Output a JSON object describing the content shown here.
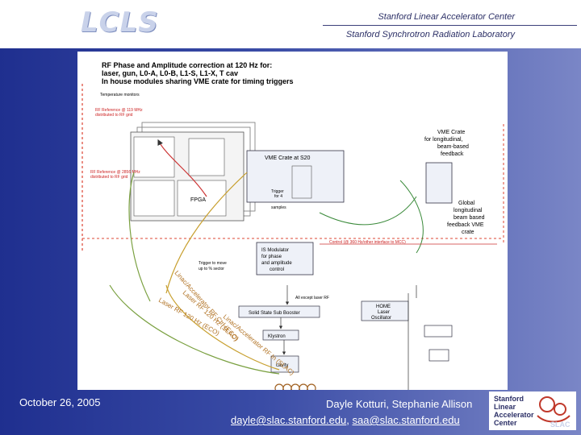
{
  "header": {
    "logo_text": "LCLS",
    "line1": "Stanford Linear Accelerator Center",
    "line2": "Stanford Synchrotron Radiation Laboratory"
  },
  "diagram": {
    "title_lines": [
      "RF Phase and Amplitude correction at 120 Hz for:",
      "laser, gun, L0-A, L0-B, L1-S, L1-X, T cav",
      "In house modules sharing VME crate for timing triggers"
    ],
    "labels": {
      "temperature_monitors": "Temperature monitors",
      "rf_reference_1": "RF Reference @ 119 MHz",
      "rf_reference_1b": "distributed to RF grid",
      "rf_reference_2": "RF Reference @ 2856 MHz",
      "rf_reference_2b": "distributed to RF grid",
      "vme_crate_s20": "VME Crate at S20",
      "vme_crate_long_1": "VME Crate",
      "vme_crate_long_2": "for longitudinal,",
      "vme_crate_long_3": "beam-based",
      "vme_crate_long_4": "feedback",
      "global_1": "Global",
      "global_2": "longitudinal",
      "global_3": "beam based",
      "global_4": "feedback VME",
      "global_5": "crate",
      "fpga": "FPGA",
      "is_modulator_1": "IS Modulator",
      "is_modulator_2": "for phase",
      "is_modulator_3": "and amplitude",
      "is_modulator_4": "control",
      "trigger_1": "Trigger",
      "trigger_2": "for 4",
      "trigger_3": "samples",
      "trigger_ms_1": "Trigger to move",
      "trigger_ms_2": "up to % sector",
      "control": "Control (@ 360 Hz/other interface to MCC)",
      "all_except": "All except laser RF",
      "solid_state": "Solid State Sub Booster",
      "klystron": "Klystron",
      "home_1": "HOME",
      "home_2": "Laser",
      "home_3": "Oscillator",
      "rf_cavity": "cavity",
      "linac_rf_ctrl": "Linac/Accelerator RF Ctrl (ECO)",
      "linac_accel_rf_in": "Linac/Accelerator RF In (SLAC)",
      "laser_rf_120": "Laser RF 120 Hz (SLAC)",
      "laser_rf_120b": "Laser RF 120 Hz (ECO)"
    }
  },
  "footer": {
    "date": "October 26, 2005",
    "names": "Dayle Kotturi, Stephanie Allison",
    "email1": "dayle@slac.stanford.edu",
    "separator": ", ",
    "email2": "saa@slac.stanford.edu",
    "slac_line1": "Stanford",
    "slac_line2": "Linear",
    "slac_line3": "Accelerator",
    "slac_line4": "Center",
    "slac_short": "SLAC"
  }
}
